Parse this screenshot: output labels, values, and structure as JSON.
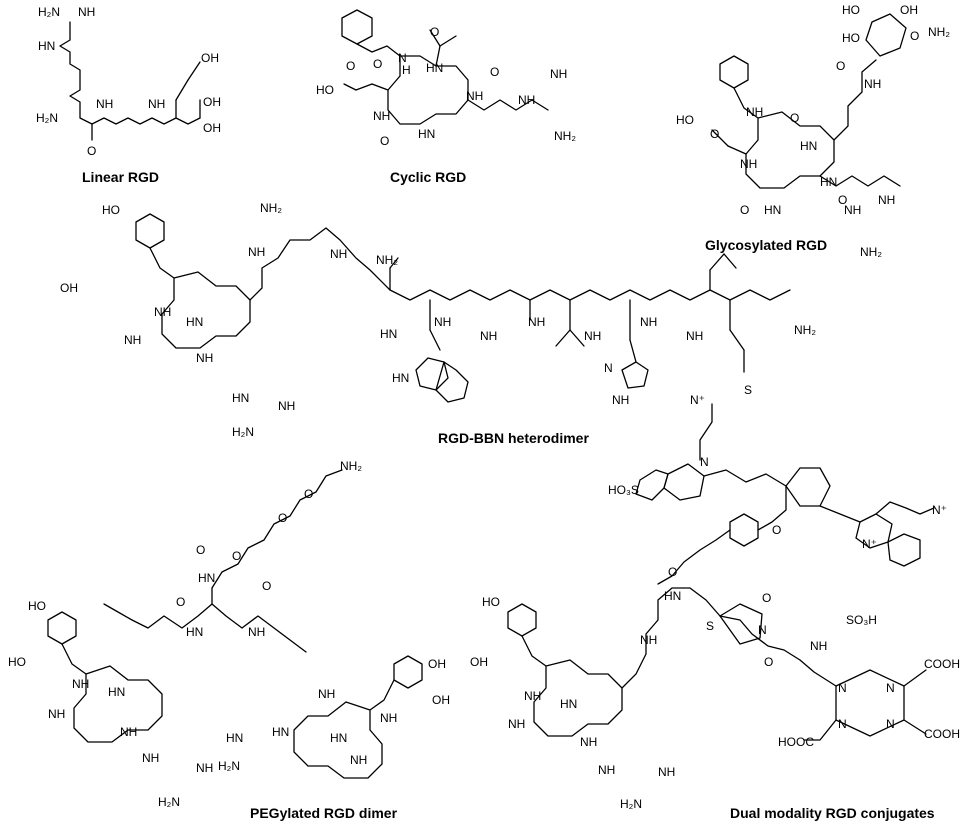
{
  "captions": {
    "linear": "Linear RGD",
    "cyclic": "Cyclic RGD",
    "glycosylated": "Glycosylated RGD",
    "heterodimer": "RGD-BBN heterodimer",
    "pegylated": "PEGylated RGD dimer",
    "dual": "Dual modality RGD conjugates"
  },
  "atoms": {
    "nh": "NH",
    "n_h": "N",
    "h": "H",
    "hn": "HN",
    "nh2": "NH₂",
    "h2n": "H₂N",
    "oh": "OH",
    "ho": "HO",
    "o": "O",
    "n": "N",
    "s": "S",
    "cooh": "COOH",
    "hooc": "HOOC",
    "so3h_left": "HO₃S",
    "so3h_right": "SO₃H",
    "nme3plus": "N⁺",
    "nplus": "N⁺",
    "ho_sugar": "HO"
  }
}
